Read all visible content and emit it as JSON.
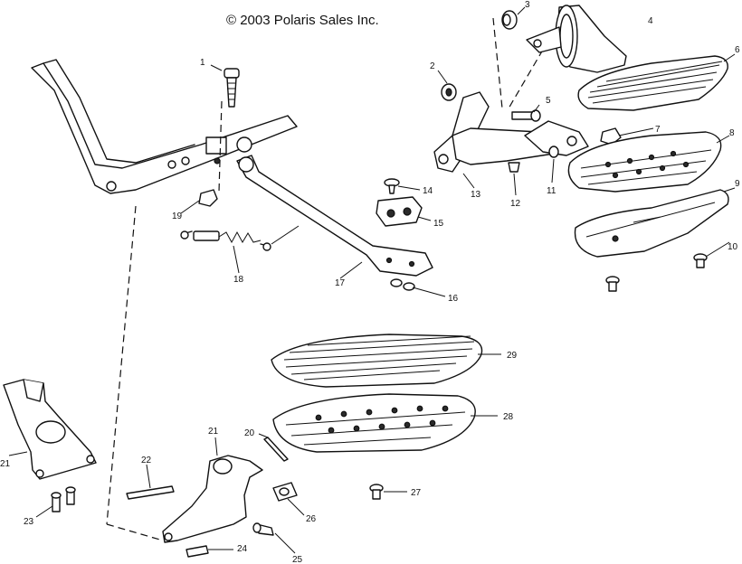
{
  "copyright": "© 2003 Polaris Sales Inc.",
  "callouts": [
    {
      "id": "c1",
      "label": "1"
    },
    {
      "id": "c2",
      "label": "2"
    },
    {
      "id": "c3",
      "label": "3"
    },
    {
      "id": "c4",
      "label": "4"
    },
    {
      "id": "c5",
      "label": "5"
    },
    {
      "id": "c6",
      "label": "6"
    },
    {
      "id": "c7",
      "label": "7"
    },
    {
      "id": "c8",
      "label": "8"
    },
    {
      "id": "c9",
      "label": "9"
    },
    {
      "id": "c10",
      "label": "10"
    },
    {
      "id": "c11",
      "label": "11"
    },
    {
      "id": "c12",
      "label": "12"
    },
    {
      "id": "c13",
      "label": "13"
    },
    {
      "id": "c14",
      "label": "14"
    },
    {
      "id": "c15",
      "label": "15"
    },
    {
      "id": "c16",
      "label": "16"
    },
    {
      "id": "c17",
      "label": "17"
    },
    {
      "id": "c18",
      "label": "18"
    },
    {
      "id": "c19",
      "label": "19"
    },
    {
      "id": "c20",
      "label": "20"
    },
    {
      "id": "c21a",
      "label": "21"
    },
    {
      "id": "c21b",
      "label": "21"
    },
    {
      "id": "c22",
      "label": "22"
    },
    {
      "id": "c23",
      "label": "23"
    },
    {
      "id": "c24",
      "label": "24"
    },
    {
      "id": "c25",
      "label": "25"
    },
    {
      "id": "c26",
      "label": "26"
    },
    {
      "id": "c27",
      "label": "27"
    },
    {
      "id": "c28",
      "label": "28"
    },
    {
      "id": "c29",
      "label": "29"
    }
  ]
}
